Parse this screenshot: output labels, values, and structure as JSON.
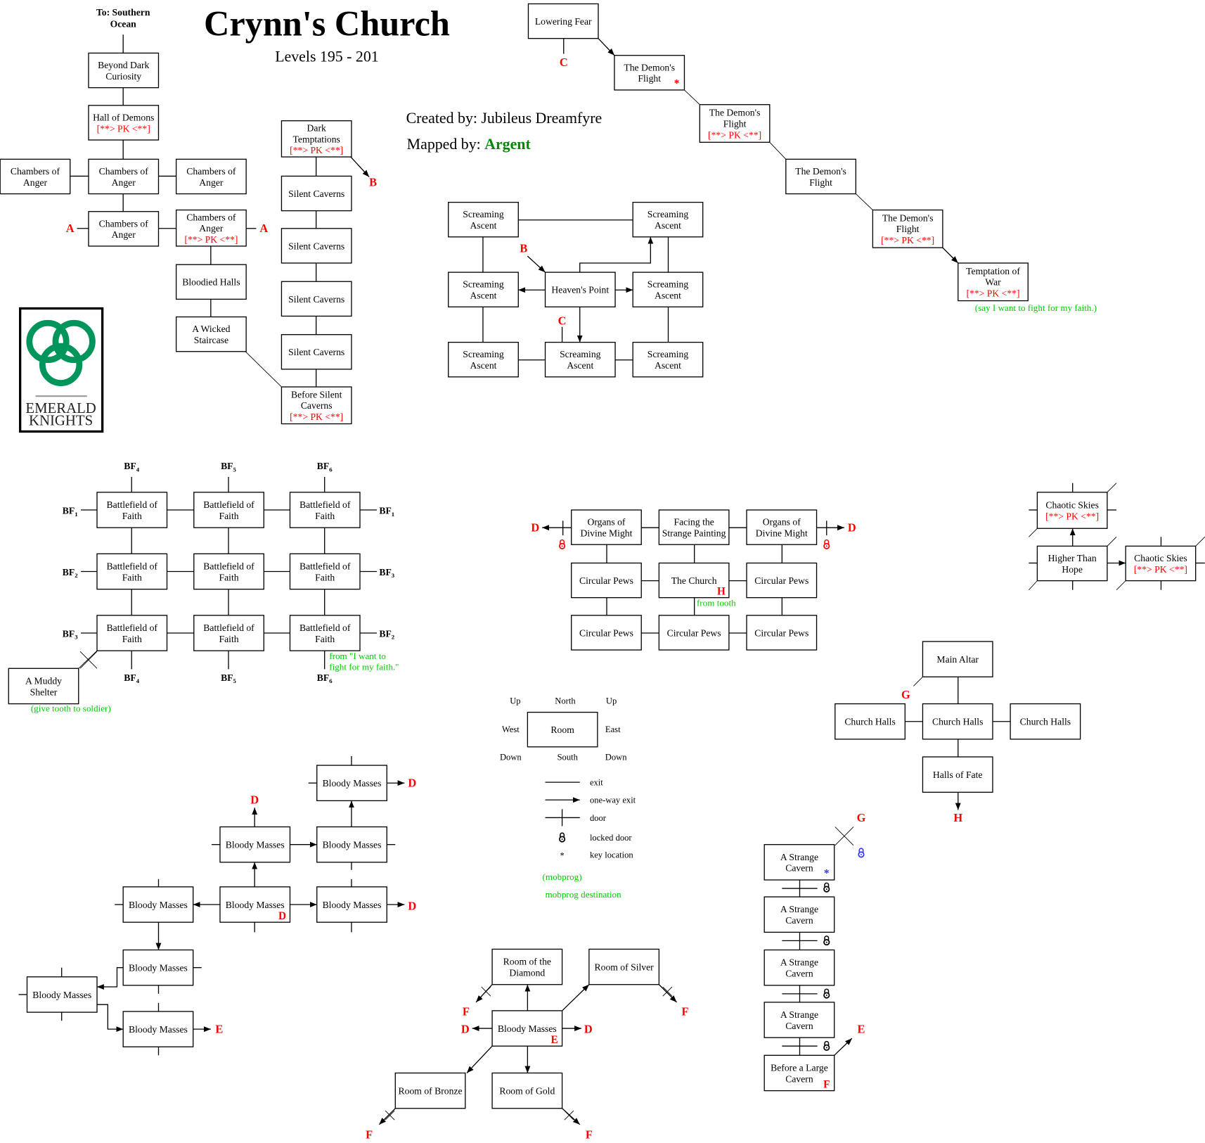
{
  "header": {
    "title": "Crynn's Church",
    "subtitle": "Levels 195 - 201",
    "created_by": "Created by: Jubileus Dreamfyre",
    "mapped_by_label": "Mapped by:",
    "mapper": "Argent",
    "mapper_color": "#008800",
    "exit_top": [
      "To: Southern",
      "Ocean"
    ]
  },
  "logo": {
    "lines": [
      "EMERALD",
      "KNIGHTS"
    ],
    "color": "#00955a"
  },
  "pk_label": "[**> PK <**]",
  "rooms": [
    {
      "lines": [
        "Beyond Dark",
        "Curiosity"
      ]
    },
    {
      "lines": [
        "Hall of Demons"
      ],
      "pk": true
    },
    {
      "lines": [
        "Chambers of",
        "Anger"
      ]
    },
    {
      "lines": [
        "Chambers of",
        "Anger"
      ]
    },
    {
      "lines": [
        "Chambers of",
        "Anger"
      ]
    },
    {
      "lines": [
        "Chambers of",
        "Anger"
      ]
    },
    {
      "lines": [
        "Chambers of",
        "Anger"
      ],
      "pk": true
    },
    {
      "lines": [
        "Bloodied Halls"
      ]
    },
    {
      "lines": [
        "A Wicked",
        "Staircase"
      ]
    },
    {
      "lines": [
        "Dark",
        "Temptations"
      ],
      "pk": true
    },
    {
      "lines": [
        "Silent Caverns"
      ]
    },
    {
      "lines": [
        "Silent Caverns"
      ]
    },
    {
      "lines": [
        "Silent Caverns"
      ]
    },
    {
      "lines": [
        "Silent Caverns"
      ]
    },
    {
      "lines": [
        "Before Silent",
        "Caverns"
      ],
      "pk": true
    },
    {
      "lines": [
        "Lowering Fear"
      ]
    },
    {
      "lines": [
        "The Demon's",
        "Flight"
      ],
      "mark": "*",
      "mark_color": "#ff0000"
    },
    {
      "lines": [
        "The Demon's",
        "Flight"
      ],
      "pk": true
    },
    {
      "lines": [
        "The Demon's",
        "Flight"
      ]
    },
    {
      "lines": [
        "The Demon's",
        "Flight"
      ],
      "pk": true
    },
    {
      "lines": [
        "Temptation of",
        "War"
      ],
      "pk": true
    },
    {
      "lines": [
        "Screaming",
        "Ascent"
      ]
    },
    {
      "lines": [
        "Screaming",
        "Ascent"
      ]
    },
    {
      "lines": [
        "Screaming",
        "Ascent"
      ]
    },
    {
      "lines": [
        "Heaven's Point"
      ]
    },
    {
      "lines": [
        "Screaming",
        "Ascent"
      ]
    },
    {
      "lines": [
        "Screaming",
        "Ascent"
      ]
    },
    {
      "lines": [
        "Screaming",
        "Ascent"
      ]
    },
    {
      "lines": [
        "Screaming",
        "Ascent"
      ]
    },
    {
      "lines": [
        "Battlefield of",
        "Faith"
      ]
    },
    {
      "lines": [
        "Battlefield of",
        "Faith"
      ]
    },
    {
      "lines": [
        "Battlefield of",
        "Faith"
      ]
    },
    {
      "lines": [
        "Battlefield of",
        "Faith"
      ]
    },
    {
      "lines": [
        "Battlefield of",
        "Faith"
      ]
    },
    {
      "lines": [
        "Battlefield of",
        "Faith"
      ]
    },
    {
      "lines": [
        "Battlefield of",
        "Faith"
      ]
    },
    {
      "lines": [
        "Battlefield of",
        "Faith"
      ]
    },
    {
      "lines": [
        "Battlefield of",
        "Faith"
      ]
    },
    {
      "lines": [
        "A Muddy",
        "Shelter"
      ]
    },
    {
      "lines": [
        "Organs of",
        "Divine Might"
      ]
    },
    {
      "lines": [
        "Facing the",
        "Strange Painting"
      ]
    },
    {
      "lines": [
        "Organs of",
        "Divine Might"
      ]
    },
    {
      "lines": [
        "Circular Pews"
      ]
    },
    {
      "lines": [
        "The Church"
      ],
      "mark": "H",
      "mark_color": "#ff0000"
    },
    {
      "lines": [
        "Circular Pews"
      ]
    },
    {
      "lines": [
        "Circular Pews"
      ]
    },
    {
      "lines": [
        "Circular Pews"
      ]
    },
    {
      "lines": [
        "Circular Pews"
      ]
    },
    {
      "lines": [
        "Chaotic Skies"
      ],
      "pk": true
    },
    {
      "lines": [
        "Higher Than",
        "Hope"
      ]
    },
    {
      "lines": [
        "Chaotic Skies"
      ],
      "pk": true
    },
    {
      "lines": [
        "Main Altar"
      ]
    },
    {
      "lines": [
        "Church Halls"
      ]
    },
    {
      "lines": [
        "Church Halls"
      ]
    },
    {
      "lines": [
        "Church Halls"
      ]
    },
    {
      "lines": [
        "Halls of Fate"
      ]
    },
    {
      "lines": [
        "Room"
      ]
    },
    {
      "lines": [
        "Bloody Masses"
      ]
    },
    {
      "lines": [
        "Bloody Masses"
      ]
    },
    {
      "lines": [
        "Bloody Masses"
      ]
    },
    {
      "lines": [
        "Bloody Masses"
      ],
      "mark": "D",
      "mark_color": "#ff0000"
    },
    {
      "lines": [
        "Bloody Masses"
      ]
    },
    {
      "lines": [
        "Bloody Masses"
      ]
    },
    {
      "lines": [
        "Bloody Masses"
      ]
    },
    {
      "lines": [
        "Bloody Masses"
      ]
    },
    {
      "lines": [
        "Bloody Masses"
      ]
    },
    {
      "lines": [
        "Room of the",
        "Diamond"
      ]
    },
    {
      "lines": [
        "Room of Silver"
      ]
    },
    {
      "lines": [
        "Bloody Masses"
      ],
      "mark": "E",
      "mark_color": "#ff0000"
    },
    {
      "lines": [
        "Room of Bronze"
      ]
    },
    {
      "lines": [
        "Room of Gold"
      ]
    },
    {
      "lines": [
        "A Strange",
        "Cavern"
      ],
      "mark": "*",
      "mark_color": "#3333ff"
    },
    {
      "lines": [
        "A Strange",
        "Cavern"
      ]
    },
    {
      "lines": [
        "A Strange",
        "Cavern"
      ]
    },
    {
      "lines": [
        "A Strange",
        "Cavern"
      ]
    },
    {
      "lines": [
        "Before a Large",
        "Cavern"
      ],
      "mark": "F",
      "mark_color": "#ff0000"
    }
  ],
  "exit_markers": [
    "A",
    "A",
    "B",
    "C",
    "B",
    "C",
    "D",
    "D",
    "G",
    "H",
    "G",
    "D",
    "D",
    "D",
    "E",
    "F",
    "F",
    "D",
    "D",
    "F",
    "F",
    "E"
  ],
  "bf_labels": [
    {
      "text": "BF",
      "sub": "4"
    },
    {
      "text": "BF",
      "sub": "5"
    },
    {
      "text": "BF",
      "sub": "6"
    },
    {
      "text": "BF",
      "sub": "4"
    },
    {
      "text": "BF",
      "sub": "5"
    },
    {
      "text": "BF",
      "sub": "6"
    },
    {
      "text": "BF",
      "sub": "1"
    },
    {
      "text": "BF",
      "sub": "2"
    },
    {
      "text": "BF",
      "sub": "3"
    },
    {
      "text": "BF",
      "sub": "1"
    },
    {
      "text": "BF",
      "sub": "3"
    },
    {
      "text": "BF",
      "sub": "2"
    }
  ],
  "notes": [
    "(say I want to fight for my faith.)",
    "from \"I want to",
    "fight for my faith.\"",
    "(give tooth to soldier)",
    "from tooth"
  ],
  "legend": {
    "directions": [
      "Up",
      "North",
      "Up",
      "West",
      "East",
      "Down",
      "South",
      "Down"
    ],
    "items": [
      "exit",
      "one-way exit",
      "door",
      "locked door",
      "key location"
    ],
    "key_symbol": "*",
    "mobprog": "(mobprog)",
    "mobprog_destination": "mobprog destination"
  },
  "locks": [
    {
      "icon": "lock-icon",
      "color": "#ff0000"
    },
    {
      "icon": "lock-icon",
      "color": "#ff0000"
    },
    {
      "icon": "lock-icon",
      "color": "#3333ff"
    },
    {
      "icon": "lock-icon",
      "color": "#000000"
    },
    {
      "icon": "lock-icon",
      "color": "#000000"
    },
    {
      "icon": "lock-icon",
      "color": "#000000"
    },
    {
      "icon": "lock-icon",
      "color": "#000000"
    },
    {
      "icon": "lock-icon",
      "color": "#000000"
    }
  ]
}
